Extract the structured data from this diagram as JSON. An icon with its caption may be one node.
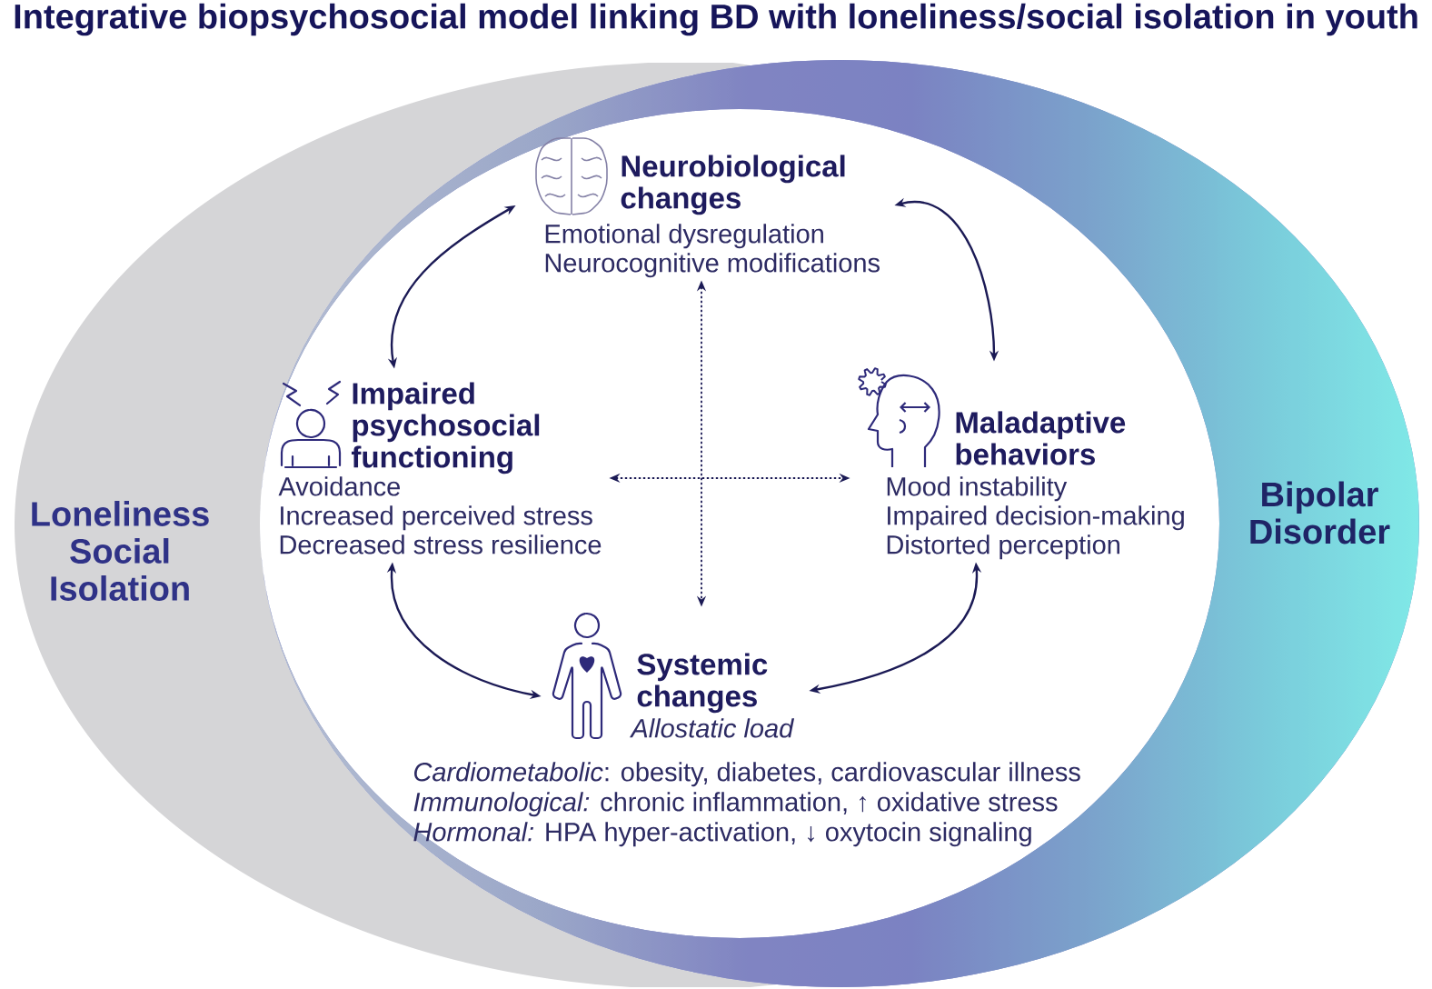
{
  "diagram": {
    "title": "Integrative biopsychosocial model linking BD with loneliness/social isolation in youth",
    "nodes": [
      {
        "text": [
          "Loneliness Social Isolation"
        ]
      },
      {
        "text": [
          "Bipolar Disorder"
        ]
      },
      {
        "text": [
          "Neurobiological changes",
          "Emotional dysregulation",
          "Neurocognitive modifications"
        ]
      },
      {
        "text": [
          "Impaired psychosocial functioning",
          "Avoidance",
          "Increased perceived stress",
          "Decreased stress resilience"
        ]
      },
      {
        "text": [
          "Maladaptive behaviors",
          "Mood instability",
          "Impaired decision-making",
          "Distorted perception"
        ]
      },
      {
        "text": [
          "Systemic changes",
          "Allostatic load",
          "*Cardiometabolic*: obesity, diabetes, cardiovascular illness",
          "*Immunological:* chronic inflammation, ↑ oxidative stress",
          "*Hormonal:* HPA hyper-activation, ↓ oxytocin signaling"
        ]
      }
    ],
    "edges": [
      {
        "from": 3,
        "to": 2,
        "arrow": "both"
      },
      {
        "from": 2,
        "to": 4,
        "arrow": "both"
      },
      {
        "from": 3,
        "to": 5,
        "arrow": "both"
      },
      {
        "from": 4,
        "to": 5,
        "arrow": "both"
      },
      {
        "from": 3,
        "to": 4,
        "arrow": "both",
        "style": "dashed"
      },
      {
        "from": 2,
        "to": 5,
        "arrow": "both",
        "style": "dashed"
      }
    ]
  }
}
